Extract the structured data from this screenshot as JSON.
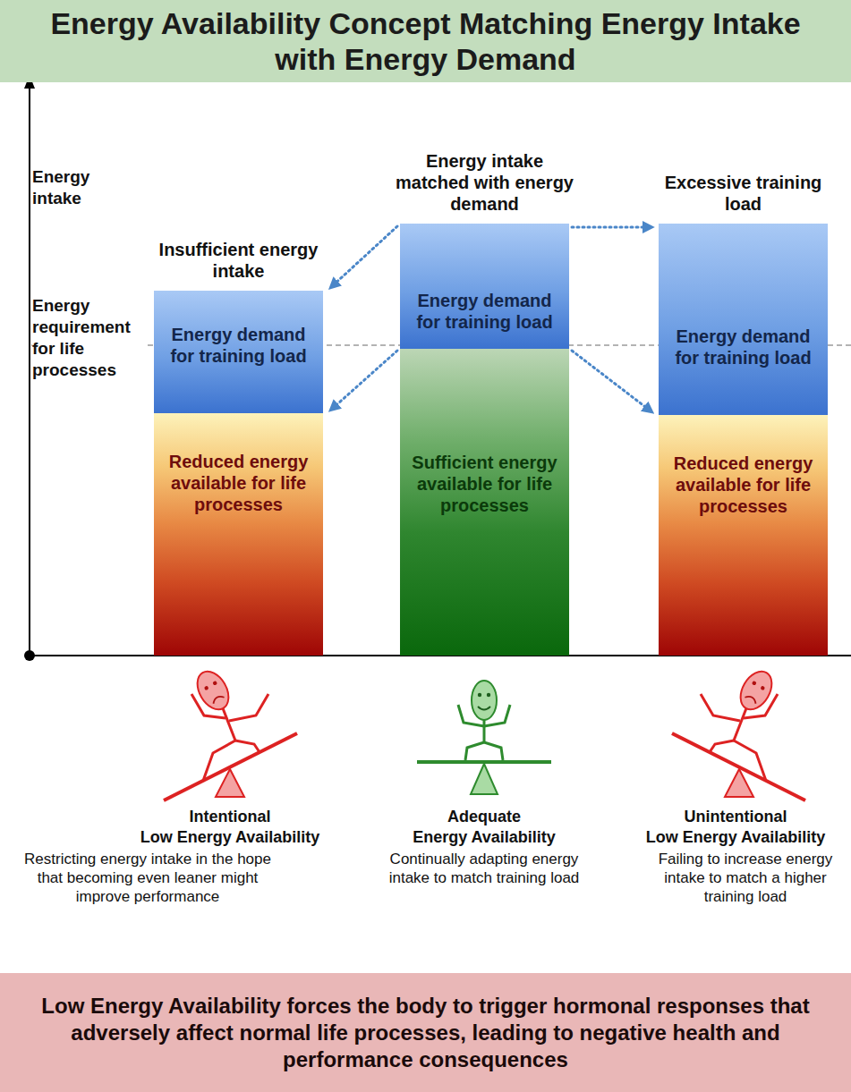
{
  "diagram": {
    "title": "Energy Availability Concept Matching Energy Intake with Energy Demand",
    "nodes": [
      {
        "text": [
          "Insufficient energy intake"
        ]
      },
      {
        "text": [
          "Energy demand for training load"
        ],
        "in": 0
      },
      {
        "text": [
          "Reduced energy available for life processes"
        ],
        "in": 0
      },
      {
        "text": [
          "Energy intake matched with energy demand"
        ]
      },
      {
        "text": [
          "Energy demand for training load"
        ],
        "in": 3
      },
      {
        "text": [
          "Sufficient energy available for life processes"
        ],
        "in": 3
      },
      {
        "text": [
          "Excessive training load"
        ]
      },
      {
        "text": [
          "Energy demand for training load"
        ],
        "in": 6
      },
      {
        "text": [
          "Reduced energy available for life processes"
        ],
        "in": 6
      },
      {
        "text": [
          "Low Energy Availability forces the body to trigger hormonal responses that adversely affect normal life processes, leading to negative health and performance consequences"
        ]
      }
    ],
    "edges": [
      {
        "from": 4,
        "to": 1,
        "arrow": "to"
      },
      {
        "from": 5,
        "to": 2,
        "arrow": "to"
      },
      {
        "from": 4,
        "to": 7,
        "arrow": "to"
      },
      {
        "from": 5,
        "to": 8,
        "arrow": "to"
      }
    ],
    "labels": [
      "Energy intake",
      "Energy requirement for life processes",
      "Intentional",
      "Low Energy Availability",
      "Restricting energy intake in the hope that becoming even leaner might improve performance",
      "Adequate",
      "Energy Availability",
      "Continually adapting energy intake to match training load",
      "Unintentional",
      "Low Energy Availability",
      "Failing to increase energy intake to match a higher training load"
    ]
  }
}
